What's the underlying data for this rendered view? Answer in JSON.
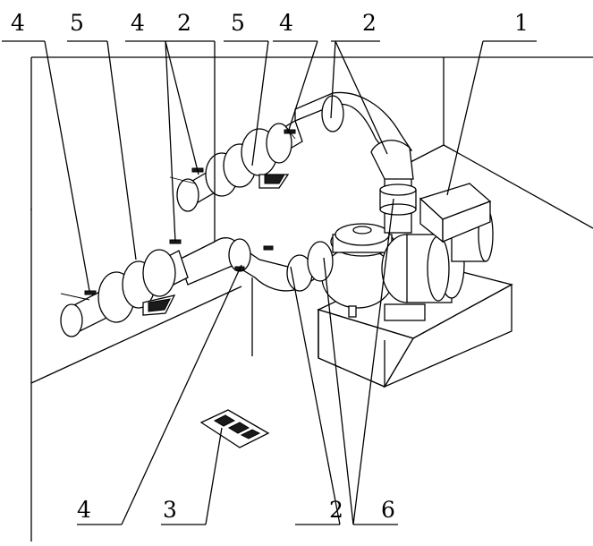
{
  "callouts": {
    "top": [
      {
        "id": "callout-top-4a",
        "text": "4"
      },
      {
        "id": "callout-top-5a",
        "text": "5"
      },
      {
        "id": "callout-top-4b",
        "text": "4"
      },
      {
        "id": "callout-top-2a",
        "text": "2"
      },
      {
        "id": "callout-top-5b",
        "text": "5"
      },
      {
        "id": "callout-top-4c",
        "text": "4"
      },
      {
        "id": "callout-top-2b",
        "text": "2"
      },
      {
        "id": "callout-top-1",
        "text": "1"
      }
    ],
    "bottom": [
      {
        "id": "callout-bottom-4",
        "text": "4"
      },
      {
        "id": "callout-bottom-3",
        "text": "3"
      },
      {
        "id": "callout-bottom-2",
        "text": "2"
      },
      {
        "id": "callout-bottom-6",
        "text": "6"
      }
    ]
  }
}
